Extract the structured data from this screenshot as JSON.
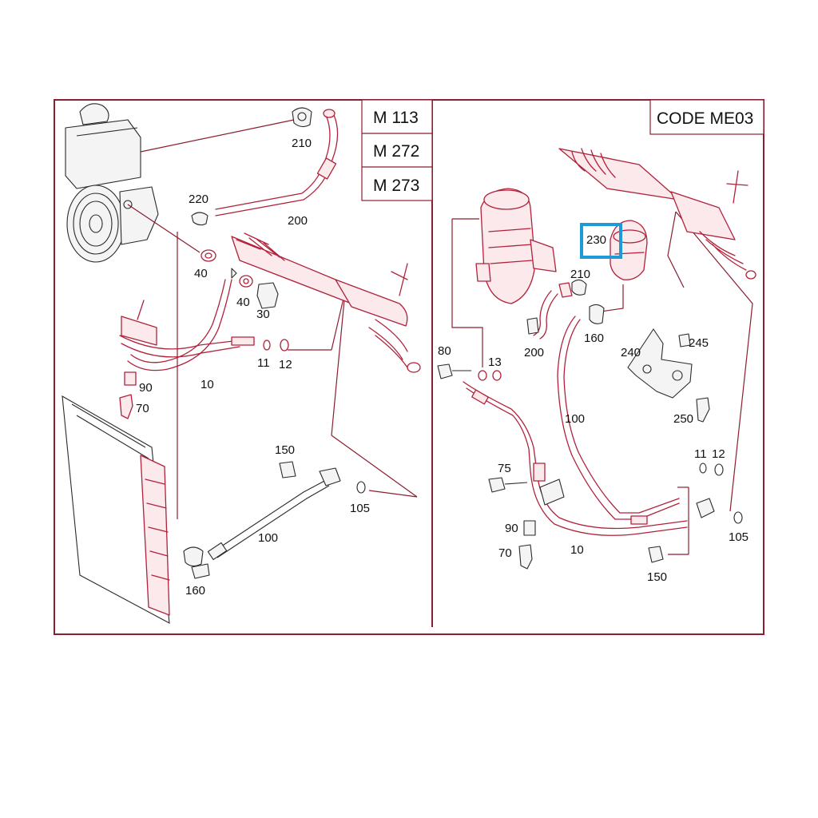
{
  "headers": {
    "m113": "M 113",
    "m272": "M 272",
    "m273": "M 273",
    "code": "CODE ME03"
  },
  "left_labels": {
    "p210": "210",
    "p220": "220",
    "p200": "200",
    "p40a": "40",
    "p40b": "40",
    "p30": "30",
    "p11": "11",
    "p12": "12",
    "p90": "90",
    "p10": "10",
    "p70": "70",
    "p150": "150",
    "p105": "105",
    "p100": "100",
    "p160": "160"
  },
  "right_labels": {
    "p230": "230",
    "p210": "210",
    "p200": "200",
    "p160": "160",
    "p80": "80",
    "p13": "13",
    "p240": "240",
    "p245": "245",
    "p100": "100",
    "p250": "250",
    "p75": "75",
    "p11": "11",
    "p12": "12",
    "p90": "90",
    "p10": "10",
    "p105": "105",
    "p70": "70",
    "p150": "150"
  },
  "colors": {
    "frame": "#8a1f2f",
    "part_line": "#b0223a",
    "highlight": "#1e9ad6"
  }
}
